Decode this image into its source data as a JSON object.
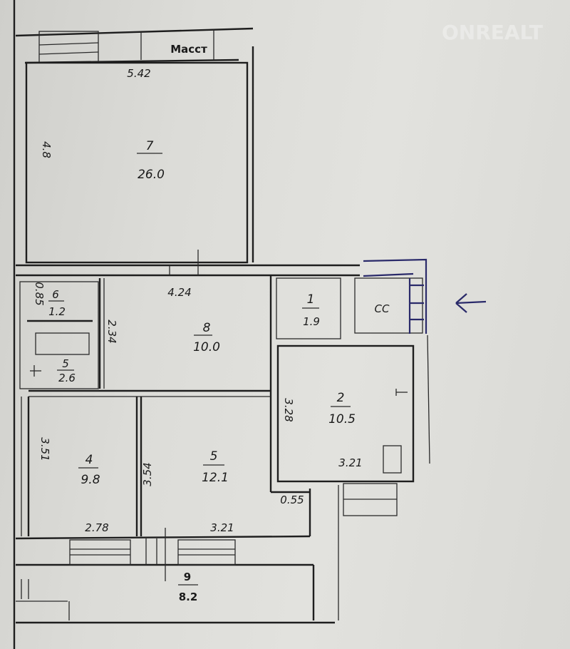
{
  "watermark": "ONREALT",
  "header_label": "Масст",
  "rooms": [
    {
      "number": "7",
      "area": "26.0"
    },
    {
      "number": "6",
      "area": "1.2"
    },
    {
      "number": "5",
      "area": "2.6"
    },
    {
      "number": "8",
      "area": "10.0"
    },
    {
      "number": "1",
      "area": "1.9"
    },
    {
      "number": "2",
      "area": "10.5"
    },
    {
      "number": "4",
      "area": "9.8"
    },
    {
      "number": "5",
      "area": "12.1"
    },
    {
      "number": "9",
      "area": "8.2"
    }
  ],
  "shaft_label": "СС",
  "dimensions": [
    "5.42",
    "4.8",
    "4.24",
    "2.34",
    "0.85",
    "3.51",
    "3.54",
    "3.28",
    "3.21",
    "2.78",
    "3.21",
    "0.55"
  ]
}
